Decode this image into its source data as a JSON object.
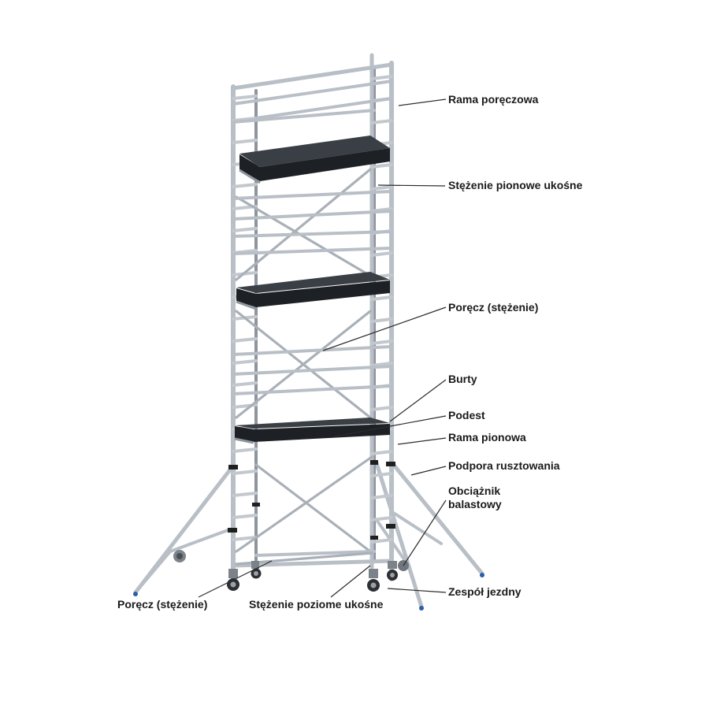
{
  "labels": {
    "handrail_frame": "Rama poręczowa",
    "vertical_diagonal_brace": "Stężenie pionowe ukośne",
    "guardrail_brace_right": "Poręcz (stężenie)",
    "toe_boards": "Burty",
    "platform": "Podest",
    "vertical_frame": "Rama pionowa",
    "stabilizer": "Podpora rusztowania",
    "ballast_weight": "Obciążnik balastowy",
    "castor_unit": "Zespół jezdny",
    "guardrail_brace_left": "Poręcz (stężenie)",
    "horizontal_diagonal_brace": "Stężenie poziome ukośne"
  },
  "colors": {
    "aluminium": "#b9bfc6",
    "deck": "#1d2024",
    "clamp": "#1f1f1f",
    "text": "#1a1a1a"
  }
}
